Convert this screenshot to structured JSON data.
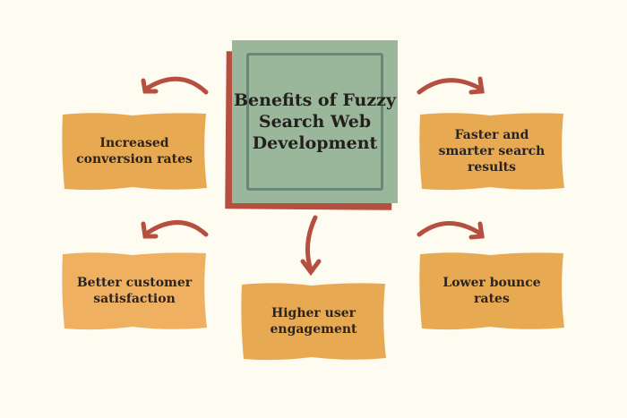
{
  "center": {
    "title": "Benefits of Fuzzy Search Web Development"
  },
  "benefits": [
    {
      "label": "Increased conversion rates"
    },
    {
      "label": "Faster and smarter search results"
    },
    {
      "label": "Better customer satisfaction"
    },
    {
      "label": "Higher user engagement"
    },
    {
      "label": "Lower bounce rates"
    }
  ],
  "colors": {
    "box": "#e8a953",
    "box_light": "#f0b062",
    "center": "#9ab79b",
    "arrow": "#b54f3f",
    "background": "#fefbf0"
  }
}
